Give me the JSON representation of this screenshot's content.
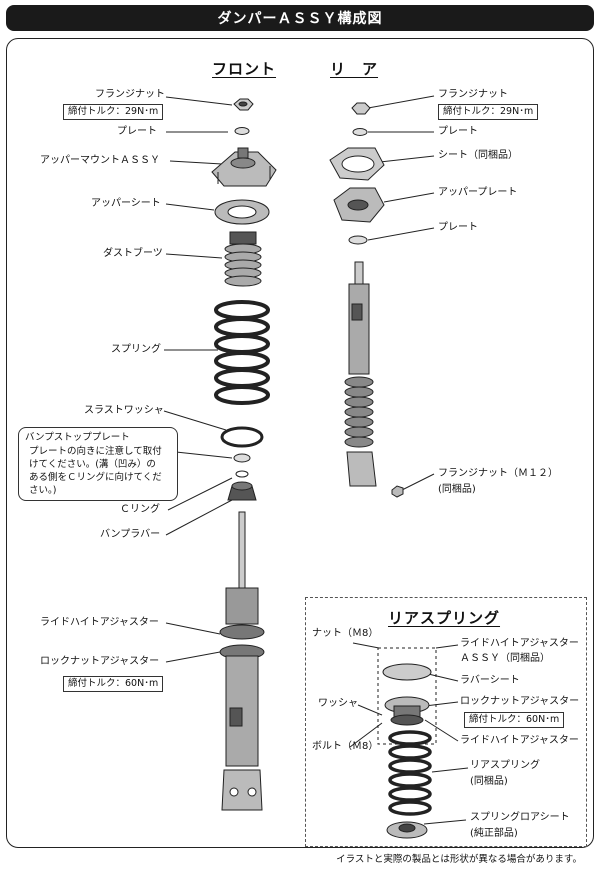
{
  "header": {
    "title": "ダンパーＡＳＳＹ構成図"
  },
  "sections": {
    "front": "フロント",
    "rear": "リ　ア",
    "rear_spring": "リアスプリング"
  },
  "front_labels": {
    "flange_nut": "フランジナット",
    "flange_nut_torque": "締付トルク：29N･m",
    "plate": "プレート",
    "upper_mount": "アッパーマウントＡＳＳＹ",
    "upper_seat": "アッパーシート",
    "dust_boots": "ダストブーツ",
    "spring": "スプリング",
    "thrust_washer": "スラストワッシャ",
    "c_ring": "Ｃリング",
    "bump_rubber": "バンプラバー",
    "ride_height_adjuster": "ライドハイトアジャスター",
    "lock_nut_adjuster": "ロックナットアジャスター",
    "lock_nut_torque": "締付トルク：60N･m"
  },
  "bump_stop_note": {
    "title": "バンプストッププレート",
    "body": "プレートの向きに注意して取付\nけてください。(溝（凹み）の\nある側をＣリングに向けてくだ\nさい。)"
  },
  "rear_labels": {
    "flange_nut": "フランジナット",
    "flange_nut_torque": "締付トルク：29N･m",
    "plate1": "プレート",
    "seat": "シート（同梱品）",
    "upper_plate": "アッパープレート",
    "plate2": "プレート",
    "flange_nut_m12": "フランジナット（Ｍ１２）",
    "flange_nut_m12_note": "(同梱品)"
  },
  "rear_spring_labels": {
    "nut": "ナット（Ｍ8）",
    "ride_height_assy": "ライドハイトアジャスター",
    "ride_height_assy_2": "ＡＳＳＹ（同梱品）",
    "rubber_seat": "ラバーシート",
    "washer": "ワッシャ",
    "lock_nut": "ロックナットアジャスター",
    "lock_nut_torque": "締付トルク：60N･m",
    "bolt": "ボルト（Ｍ8）",
    "ride_height": "ライドハイトアジャスター",
    "rear_spring": "リアスプリング",
    "rear_spring_note": "(同梱品)",
    "spring_lower_seat": "スプリングロアシート",
    "spring_lower_seat_note": "(純正部品)"
  },
  "footer": "イラストと実際の製品とは形状が異なる場合があります。"
}
